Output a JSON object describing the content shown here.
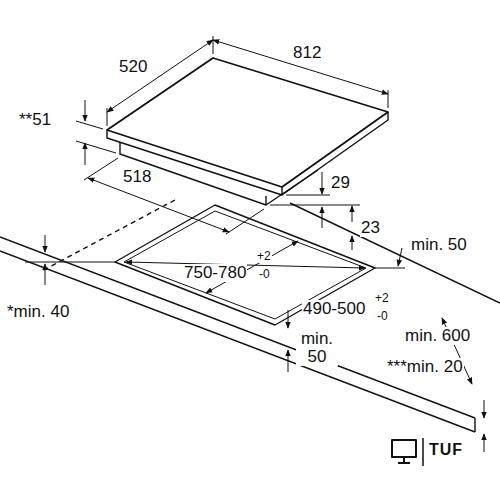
{
  "diagram": {
    "labels": [
      "520",
      "812",
      "**51",
      "518",
      "29",
      "23",
      "min. 50",
      "750-780",
      "+2",
      "-0",
      "490-500",
      "+2",
      "-0",
      "*min. 40",
      "min. 50",
      "min. 600",
      "***min. 20",
      "TUF"
    ]
  }
}
